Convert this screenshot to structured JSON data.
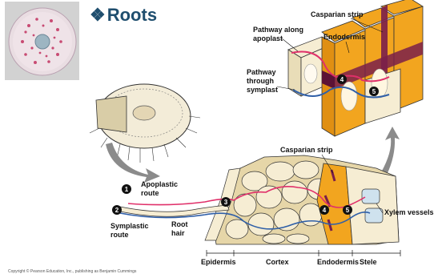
{
  "title": {
    "bullet": "❖",
    "text": "Roots"
  },
  "labels": {
    "casparian_strip_top": "Casparian strip",
    "pathway_along_apoplast": [
      "Pathway along",
      "apoplast"
    ],
    "endodermis_top": "Endodermis",
    "pathway_through_symplast": [
      "Pathway",
      "through",
      "symplast"
    ],
    "casparian_strip_bottom": "Casparian strip",
    "apoplastic_route": [
      "Apoplastic",
      "route"
    ],
    "symplastic_route": [
      "Symplastic",
      "route"
    ],
    "root_hair": [
      "Root",
      "hair"
    ],
    "xylem_vessels": "Xylem vessels",
    "epidermis": "Epidermis",
    "cortex": "Cortex",
    "endodermis_bottom": "Endodermis",
    "stele": "Stele",
    "markers": [
      "1",
      "2",
      "3",
      "4",
      "5"
    ]
  },
  "footer": "Copyright © Pearson Education, Inc., publishing as Benjamin Cummings",
  "colors": {
    "title": "#1f4e6e",
    "apoplast_path": "#e0306a",
    "symplast_path": "#2f5fa8",
    "endodermis": "#f2a51f",
    "casparian_strip": "#7a1f4a",
    "cell_fill": "#f6edd3"
  }
}
